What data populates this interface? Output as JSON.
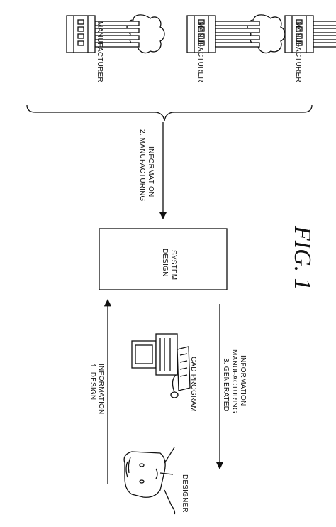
{
  "figure_label": "FIG. 1",
  "manufacturers": [
    {
      "label": "MANUFACTURER"
    },
    {
      "label": "MANUFACTURER"
    },
    {
      "label": "MANUFACTURER"
    }
  ],
  "arrows": {
    "manufacturing_info": [
      "2.  MANUFACTURING",
      "INFORMATION"
    ],
    "design_info": [
      "1.  DESIGN",
      "INFORMATION"
    ],
    "generated_info": [
      "3.  GENERATED",
      "MANUFACTURING",
      "INFORMATION"
    ]
  },
  "design_system": [
    "DESIGN",
    "SYSTEM"
  ],
  "cad_program": "CAD PROGRAM",
  "designer": "DESIGNER"
}
